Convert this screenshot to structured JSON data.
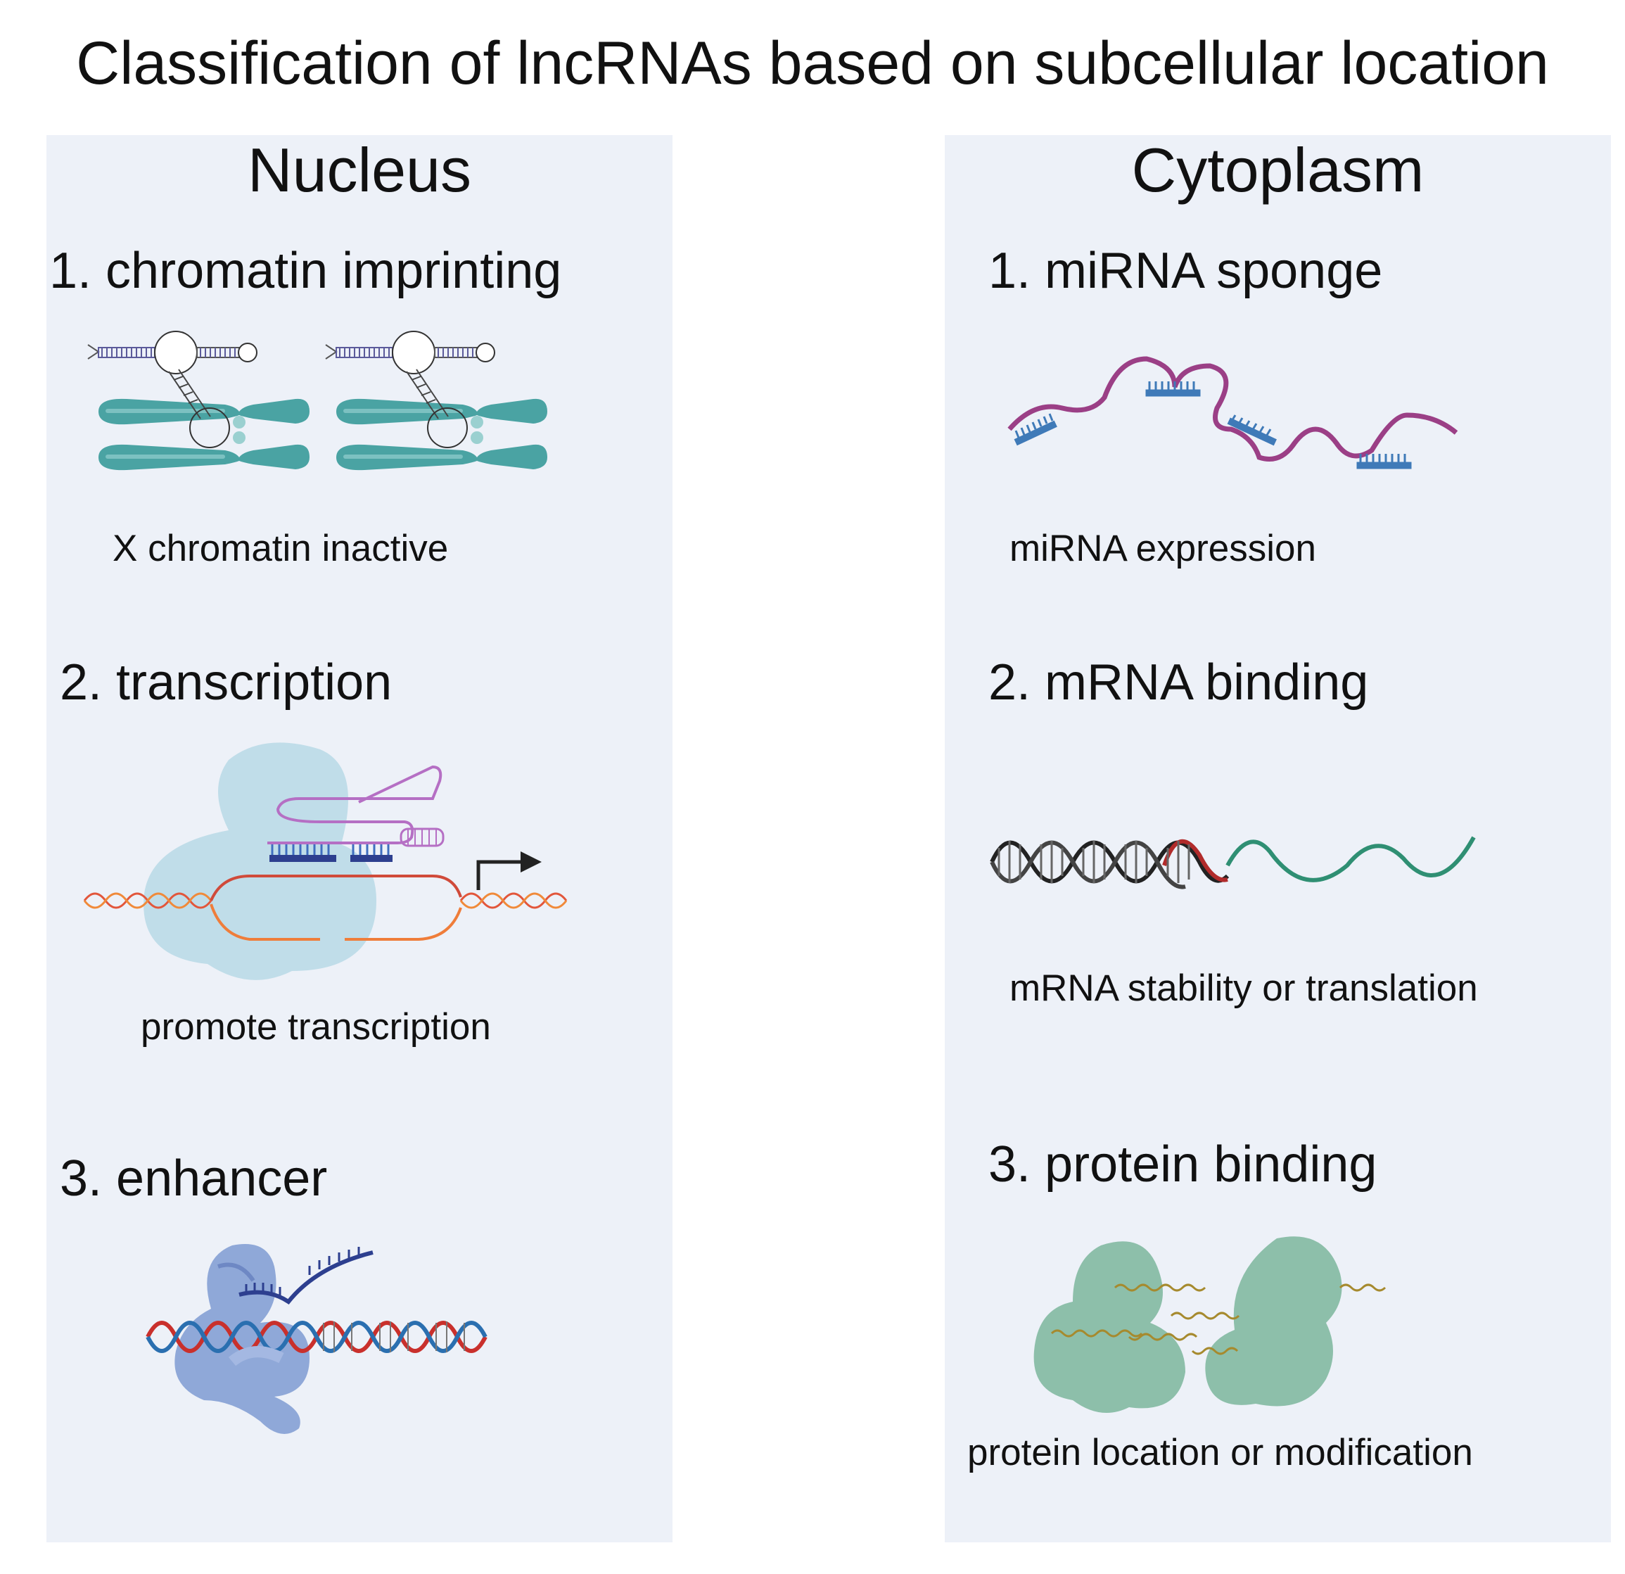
{
  "title": "Classification of lncRNAs based on subcellular location",
  "nucleus": {
    "heading": "Nucleus",
    "items": [
      {
        "label": "1. chromatin imprinting",
        "caption": "X chromatin inactive"
      },
      {
        "label": "2. transcription",
        "caption": "promote transcription"
      },
      {
        "label": "3. enhancer",
        "caption": ""
      }
    ]
  },
  "cytoplasm": {
    "heading": "Cytoplasm",
    "items": [
      {
        "label": "1. miRNA sponge",
        "caption": "miRNA expression"
      },
      {
        "label": "2. mRNA binding",
        "caption": "mRNA stability or translation"
      },
      {
        "label": "3. protein binding",
        "caption": "protein location or modification"
      }
    ]
  },
  "colors": {
    "panel": "#edf1f8",
    "chromosome": "#4aa3a3",
    "lncrna_purple": "#9b3f86",
    "mirna_blue": "#3f7ab8",
    "dna_red": "#d9432e",
    "protein_blue": "#8fa8d8",
    "protein_green": "#8dbfaa",
    "mrna_green": "#2f8f73"
  }
}
